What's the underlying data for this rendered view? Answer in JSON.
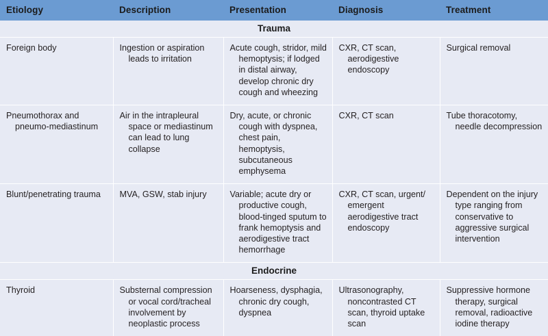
{
  "table": {
    "columns": [
      {
        "key": "etiology",
        "label": "Etiology"
      },
      {
        "key": "description",
        "label": "Description"
      },
      {
        "key": "presentation",
        "label": "Presentation"
      },
      {
        "key": "diagnosis",
        "label": "Diagnosis"
      },
      {
        "key": "treatment",
        "label": "Treatment"
      }
    ],
    "colors": {
      "header_background": "#6b9bd2",
      "body_background": "#e7eaf4",
      "grid_line": "#ffffff",
      "text": "#231f20"
    },
    "sections": [
      {
        "title": "Trauma",
        "rows": [
          {
            "etiology": "Foreign body",
            "description": "Ingestion or aspiration leads to irritation",
            "presentation": "Acute cough, stridor, mild hemoptysis; if lodged in distal airway, develop chronic dry cough and wheezing",
            "diagnosis": "CXR, CT scan, aerodigestive endoscopy",
            "treatment": "Surgical removal"
          },
          {
            "etiology": "Pneumothorax and pneumo-mediastinum",
            "description": "Air in the intrapleural space or mediastinum can lead to lung collapse",
            "presentation": "Dry, acute, or chronic cough with dyspnea, chest pain, hemoptysis, subcutaneous emphysema",
            "diagnosis": "CXR, CT scan",
            "treatment": "Tube thoracotomy, needle decompression"
          },
          {
            "etiology": "Blunt/penetrating trauma",
            "description": "MVA, GSW, stab injury",
            "presentation": "Variable; acute dry or productive cough, blood-tinged sputum to frank hemoptysis and aerodigestive tract hemorrhage",
            "diagnosis": "CXR, CT scan, urgent/ emergent aerodigestive tract endoscopy",
            "treatment": "Dependent on the injury type ranging from conservative to aggressive surgical intervention"
          }
        ]
      },
      {
        "title": "Endocrine",
        "rows": [
          {
            "etiology": "Thyroid",
            "description": "Substernal compression or vocal cord/tracheal involvement by neoplastic process",
            "presentation": "Hoarseness, dysphagia, chronic dry cough, dyspnea",
            "diagnosis": "Ultrasonography, noncontrasted CT scan, thyroid uptake scan",
            "treatment": "Suppressive hormone therapy, surgical removal, radioactive iodine therapy"
          }
        ]
      }
    ]
  }
}
